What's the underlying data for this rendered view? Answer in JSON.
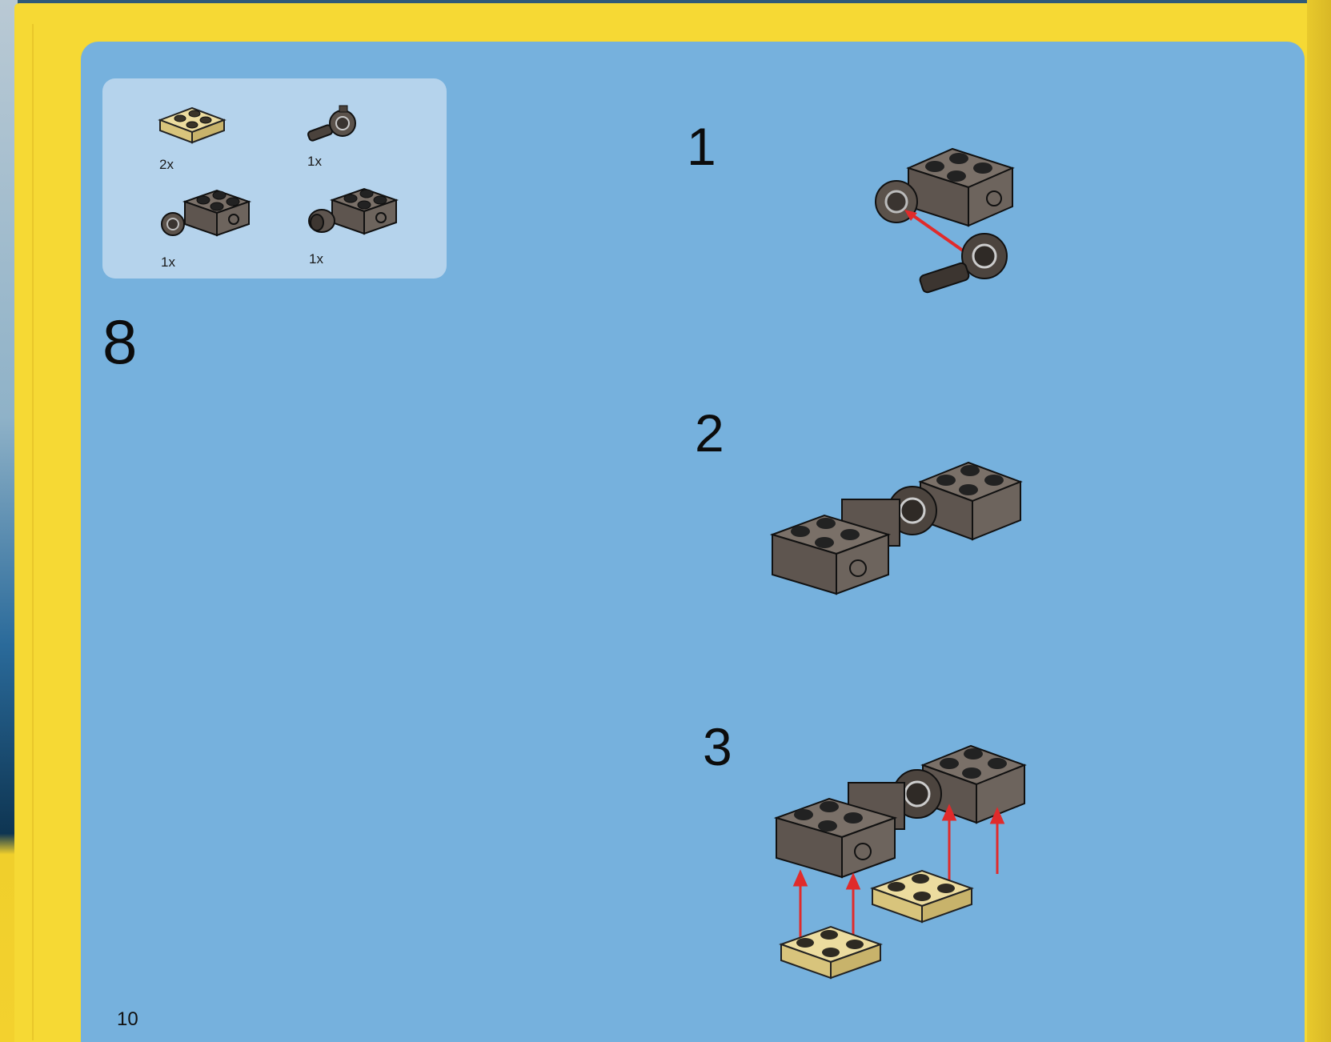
{
  "page": {
    "step_number": "8",
    "page_number": "10"
  },
  "parts_list": {
    "items": [
      {
        "qty": "2x",
        "part": "tan-plate-2x2"
      },
      {
        "qty": "1x",
        "part": "ball-joint-pin"
      },
      {
        "qty": "1x",
        "part": "grey-brick-2x2-with-socket"
      },
      {
        "qty": "1x",
        "part": "grey-brick-2x2-with-pin-hole"
      }
    ]
  },
  "substeps": [
    {
      "number": "1"
    },
    {
      "number": "2"
    },
    {
      "number": "3"
    }
  ],
  "colors": {
    "panel_blue": "#76b1dd",
    "parts_box": "#b5d3ec",
    "page_yellow": "#f6d934",
    "brick_grey": "#6f655d",
    "plate_tan": "#e9d89a",
    "arrow_red": "#e02b2b"
  }
}
